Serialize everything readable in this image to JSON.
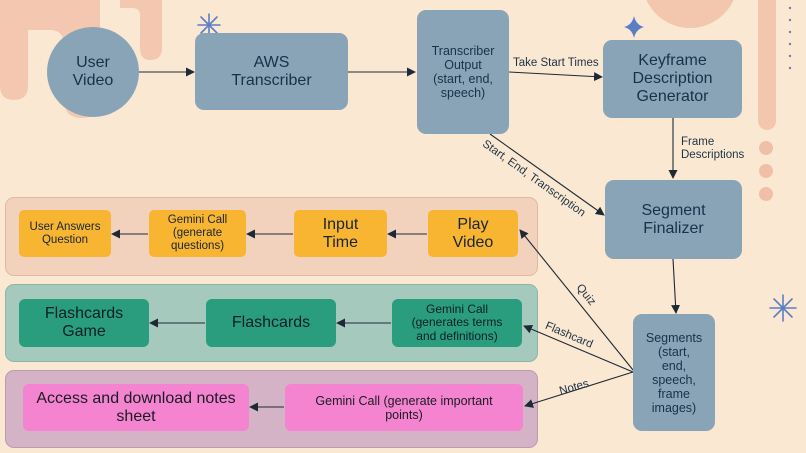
{
  "nodes": {
    "user_video": "User\nVideo",
    "aws": "AWS\nTranscriber",
    "transcriber_output": "Transcriber\nOutput\n(start, end,\nspeech)",
    "keyframe": "Keyframe\nDescription\nGenerator",
    "segment_finalizer": "Segment\nFinalizer",
    "segments": "Segments\n(start,\nend,\nspeech,\nframe\nimages)",
    "play_video": "Play\nVideo",
    "input_time": "Input\nTime",
    "gemini_questions": "Gemini Call\n(generate\nquestions)",
    "user_answers": "User Answers\nQuestion",
    "gemini_terms": "Gemini Call\n(generates terms\nand definitions)",
    "flashcards": "Flashcards",
    "flashcards_game": "Flashcards\nGame",
    "gemini_points": "Gemini Call (generate important\npoints)",
    "notes": "Access and download notes\nsheet"
  },
  "edges": {
    "take_start_times": "Take Start Times",
    "frame_descriptions": "Frame\nDescriptions",
    "start_end_transcription": "Start, End, Transcription",
    "quiz": "Quiz",
    "flashcard": "Flashcard",
    "notes": "Notes"
  },
  "colors": {
    "background": "#fbe8d2",
    "node_blue": "#8aa4b7",
    "quiz_band": "#f3d2bd",
    "flashcard_band": "#a6c9be",
    "notes_band": "#d3b3c5",
    "orange": "#f7b532",
    "green": "#2a9d7f",
    "pink": "#f484d0",
    "arrow": "#1d2a36",
    "sparkle_blue": "#5b7fc4"
  }
}
